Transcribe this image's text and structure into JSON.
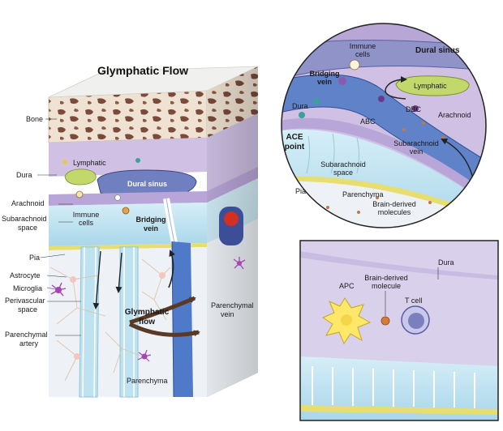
{
  "title": "Glymphatic Flow",
  "left_labels": {
    "bone": "Bone",
    "dura": "Dura",
    "arachnoid": "Arachnoid",
    "subarachnoid_1": "Subarachnoid",
    "subarachnoid_2": "space",
    "pia": "Pia",
    "astrocyte": "Astrocyte",
    "microglia": "Microglia",
    "perivascular_1": "Perivascular",
    "perivascular_2": "space",
    "parenchymal_artery_1": "Parenchymal",
    "parenchymal_artery_2": "artery"
  },
  "block_labels": {
    "lymphatic": "Lymphatic",
    "dural_sinus": "Dural sinus",
    "immune_cells_1": "Immune",
    "immune_cells_2": "cells",
    "bridging_vein_1": "Bridging",
    "bridging_vein_2": "vein",
    "glymphatic_flow_1": "Glymphatic",
    "glymphatic_flow_2": "flow",
    "parenchymal_vein_1": "Parenchymal",
    "parenchymal_vein_2": "vein",
    "parenchyma": "Parenchyma"
  },
  "circle_labels": {
    "immune_cells_1": "Immune",
    "immune_cells_2": "cells",
    "dural_sinus": "Dural sinus",
    "bridging_vein_1": "Bridging",
    "bridging_vein_2": "vein",
    "lymphatic": "Lymphatic",
    "dura": "Dura",
    "dbc": "DBC",
    "arachnoid": "Arachnoid",
    "abc": "ABC",
    "ace_point_1": "ACE",
    "ace_point_2": "point",
    "subarachnoid_vein_1": "Subarachnoid",
    "subarachnoid_vein_2": "vein",
    "subarachnoid_space_1": "Subarachnoid",
    "subarachnoid_space_2": "space",
    "pia": "Pia",
    "parenchyma": "Parenchyma",
    "brain_derived_1": "Brain-derived",
    "brain_derived_2": "molecules"
  },
  "box_labels": {
    "dura": "Dura",
    "apc": "APC",
    "brain_derived_1": "Brain-derived",
    "brain_derived_2": "molecule",
    "t_cell": "T cell"
  },
  "colors": {
    "bone": "#efe2d2",
    "bone_pore": "#7a4a3a",
    "dura": "#cfc0e4",
    "dural_sinus": "#6f7fc0",
    "arachnoid": "#b9a6d8",
    "csf": "#bfe2f0",
    "pia": "#e8de70",
    "parenchyma": "#eef2f6",
    "parenchymal_vein": "#4f79c9",
    "lymphatic": "#c2d86a",
    "arrow": "#5a3a24"
  }
}
